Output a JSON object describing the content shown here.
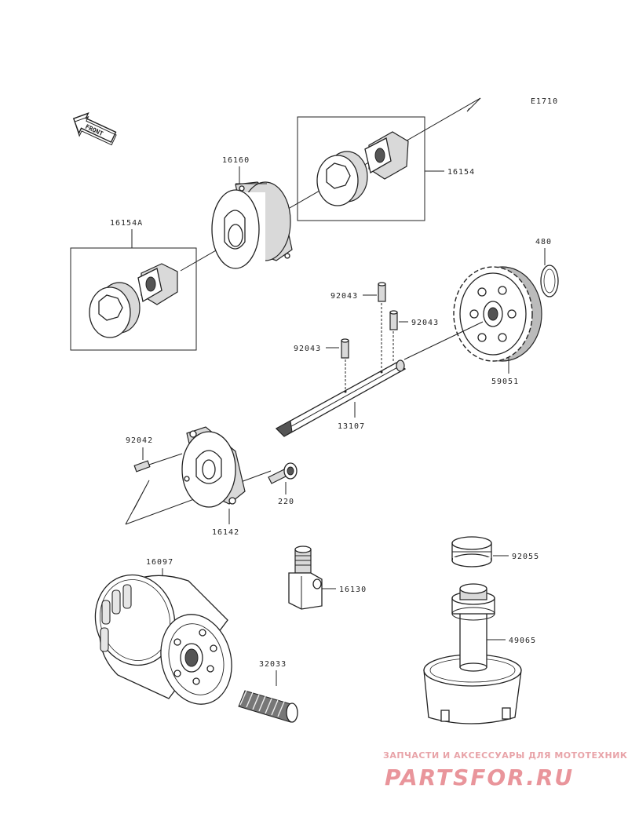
{
  "diagram_code": "E1710",
  "front_label": "FRONT",
  "parts": {
    "p16160": "16160",
    "p16154": "16154",
    "p16154A": "16154A",
    "p480": "480",
    "p92043a": "92043",
    "p92043b": "92043",
    "p92043c": "92043",
    "p59051": "59051",
    "p13107": "13107",
    "p92042": "92042",
    "p220": "220",
    "p16142": "16142",
    "p16097": "16097",
    "p16130": "16130",
    "p92055": "92055",
    "p49065": "49065",
    "p32033": "32033"
  },
  "watermark": {
    "tagline": "ЗАПЧАСТИ И АКСЕССУАРЫ ДЛЯ МОТОТЕХНИКИ",
    "brand": "PARTSFOR.RU"
  }
}
